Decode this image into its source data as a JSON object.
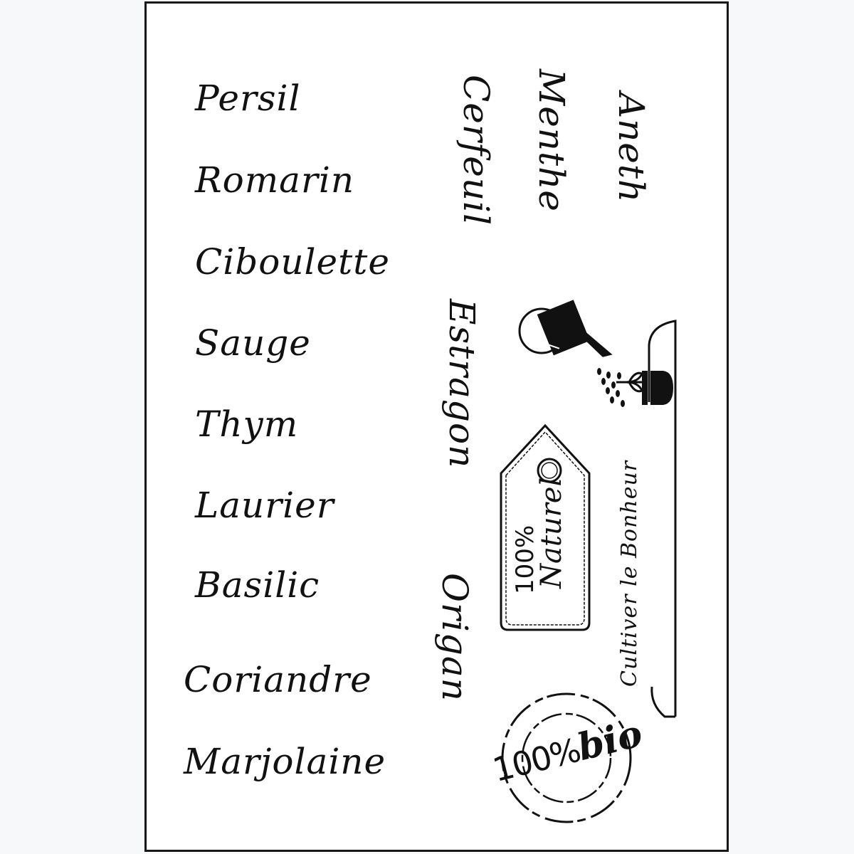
{
  "sheet": {
    "title": "Herb stamp sheet",
    "background": "#f7f8fa",
    "paper": "#ffffff",
    "ink": "#111111",
    "border": "#1a1718"
  },
  "left_column": [
    {
      "label": "Persil"
    },
    {
      "label": "Romarin"
    },
    {
      "label": "Ciboulette"
    },
    {
      "label": "Sauge"
    },
    {
      "label": "Thym"
    },
    {
      "label": "Laurier"
    },
    {
      "label": "Basilic"
    },
    {
      "label": "Coriandre"
    },
    {
      "label": "Marjolaine"
    }
  ],
  "vertical_words": [
    {
      "label": "Cerfeuil"
    },
    {
      "label": "Menthe"
    },
    {
      "label": "Aneth"
    },
    {
      "label": "Estragon"
    },
    {
      "label": "Origan"
    }
  ],
  "tag": {
    "line1": "100%",
    "line2": "Naturel"
  },
  "banner": {
    "text": "Cultiver le Bonheur"
  },
  "seal": {
    "text_number": "100%",
    "text_word": "bio"
  },
  "icons": [
    "watering-can-icon",
    "sprout-icon",
    "flower-pot-icon",
    "gift-tag-icon",
    "round-seal-icon"
  ]
}
